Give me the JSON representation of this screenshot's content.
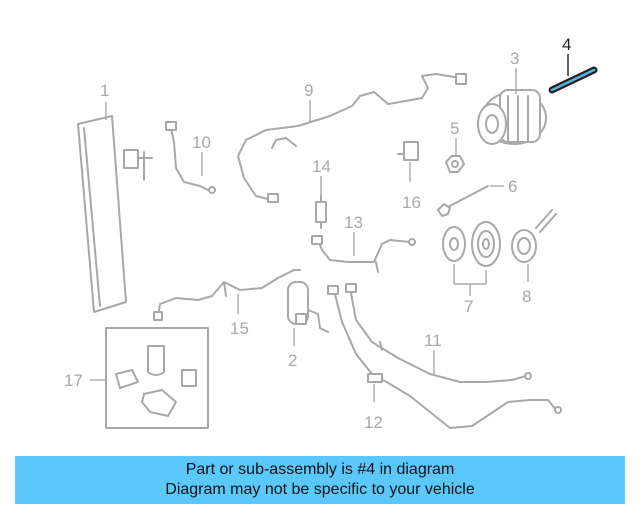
{
  "callouts": {
    "c1": "1",
    "c2": "2",
    "c3": "3",
    "c4": "4",
    "c5": "5",
    "c6": "6",
    "c7": "7",
    "c8": "8",
    "c9": "9",
    "c10": "10",
    "c11": "11",
    "c12": "12",
    "c13": "13",
    "c14": "14",
    "c15": "15",
    "c16": "16",
    "c17": "17"
  },
  "highlighted_part": "4",
  "colors": {
    "banner": "#5ac8fa",
    "parts": "#a8a8a8",
    "highlight": "#222222"
  },
  "banner": {
    "line1": "Part or sub-assembly is #4 in diagram",
    "line2": "Diagram may not be specific to your vehicle"
  }
}
